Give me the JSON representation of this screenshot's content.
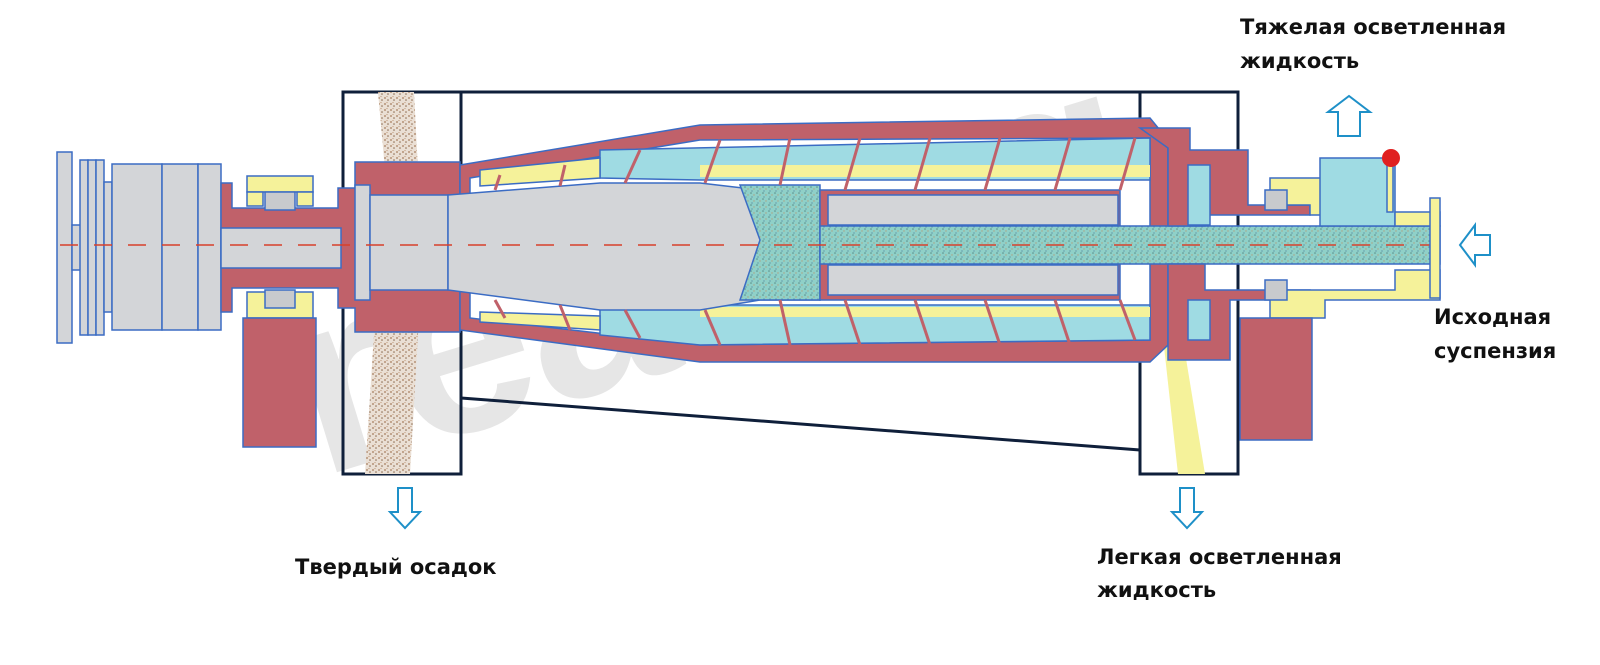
{
  "watermark": "reatorg",
  "labels": {
    "heavy_liquid_line1": "Тяжелая осветленная",
    "heavy_liquid_line2": "жидкость",
    "feed_line1": "Исходная",
    "feed_line2": "суспензия",
    "solids": "Твердый осадок",
    "light_liquid_line1": "Легкая осветленная",
    "light_liquid_line2": "жидкость"
  },
  "colors": {
    "bowl_red": "#c0616a",
    "outline_blue": "#3b6cc4",
    "metal_gray": "#d3d5d8",
    "yellow": "#f5f29a",
    "liquid_cyan": "#9fdbe3",
    "solids_brown": "#c9a892",
    "arrow_blue": "#1e90c8",
    "knob_red": "#e02020",
    "axis_red": "#d8402a"
  }
}
